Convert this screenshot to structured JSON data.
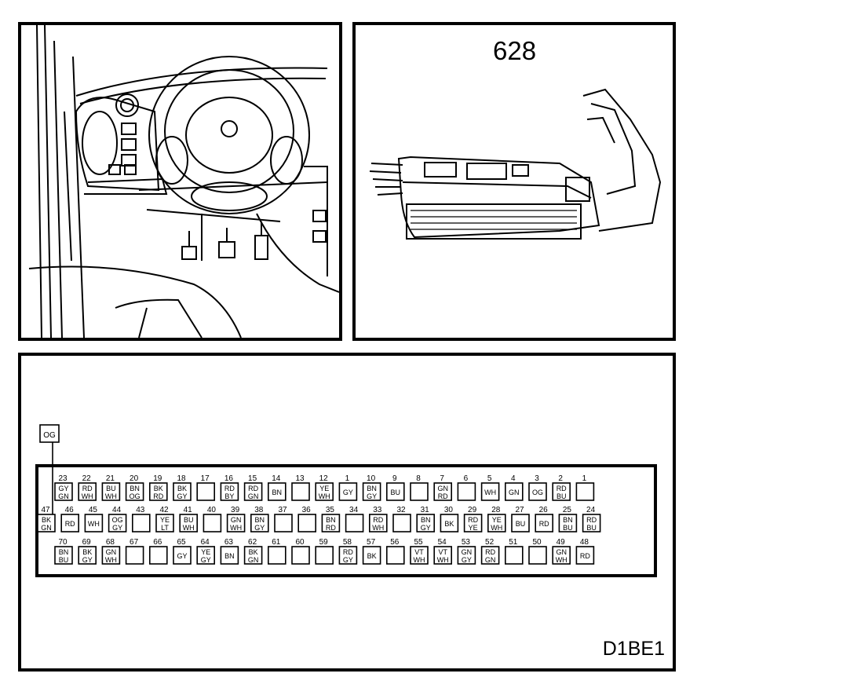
{
  "component_number": "628",
  "figure_id": "D1BE1",
  "ground_wire": {
    "code": "OG"
  },
  "pins": [
    {
      "n": "23",
      "c": [
        "GY",
        "GN"
      ]
    },
    {
      "n": "22",
      "c": [
        "RD",
        "WH"
      ]
    },
    {
      "n": "21",
      "c": [
        "BU",
        "WH"
      ]
    },
    {
      "n": "20",
      "c": [
        "BN",
        "OG"
      ]
    },
    {
      "n": "19",
      "c": [
        "BK",
        "RD"
      ]
    },
    {
      "n": "18",
      "c": [
        "BK",
        "GY"
      ]
    },
    {
      "n": "17",
      "c": []
    },
    {
      "n": "16",
      "c": [
        "RD",
        "BY"
      ]
    },
    {
      "n": "15",
      "c": [
        "RD",
        "GN"
      ]
    },
    {
      "n": "14",
      "c": [
        "BN"
      ]
    },
    {
      "n": "13",
      "c": []
    },
    {
      "n": "12",
      "c": [
        "YE",
        "WH"
      ]
    },
    {
      "n": "1",
      "c": [
        "GY"
      ]
    },
    {
      "n": "10",
      "c": [
        "BN",
        "GY"
      ]
    },
    {
      "n": "9",
      "c": [
        "BU"
      ]
    },
    {
      "n": "8",
      "c": []
    },
    {
      "n": "7",
      "c": [
        "GN",
        "RD"
      ]
    },
    {
      "n": "6",
      "c": []
    },
    {
      "n": "5",
      "c": [
        "WH"
      ]
    },
    {
      "n": "4",
      "c": [
        "GN"
      ]
    },
    {
      "n": "3",
      "c": [
        "OG"
      ]
    },
    {
      "n": "2",
      "c": [
        "RD",
        "BU"
      ]
    },
    {
      "n": "1",
      "c": []
    },
    {
      "n": "47",
      "c": [
        "BK",
        "GN"
      ]
    },
    {
      "n": "46",
      "c": [
        "RD"
      ]
    },
    {
      "n": "45",
      "c": [
        "WH"
      ]
    },
    {
      "n": "44",
      "c": [
        "OG",
        "GY"
      ]
    },
    {
      "n": "43",
      "c": []
    },
    {
      "n": "42",
      "c": [
        "YE",
        "LT"
      ]
    },
    {
      "n": "41",
      "c": [
        "BU",
        "WH"
      ]
    },
    {
      "n": "40",
      "c": []
    },
    {
      "n": "39",
      "c": [
        "GN",
        "WH"
      ]
    },
    {
      "n": "38",
      "c": [
        "BN",
        "GY"
      ]
    },
    {
      "n": "37",
      "c": []
    },
    {
      "n": "36",
      "c": []
    },
    {
      "n": "35",
      "c": [
        "BN",
        "RD"
      ]
    },
    {
      "n": "34",
      "c": []
    },
    {
      "n": "33",
      "c": [
        "RD",
        "WH"
      ]
    },
    {
      "n": "32",
      "c": []
    },
    {
      "n": "31",
      "c": [
        "BN",
        "GY"
      ]
    },
    {
      "n": "30",
      "c": [
        "BK"
      ]
    },
    {
      "n": "29",
      "c": [
        "RD",
        "YE"
      ]
    },
    {
      "n": "28",
      "c": [
        "YE",
        "WH"
      ]
    },
    {
      "n": "27",
      "c": [
        "BU"
      ]
    },
    {
      "n": "26",
      "c": [
        "RD"
      ]
    },
    {
      "n": "25",
      "c": [
        "BN",
        "BU"
      ]
    },
    {
      "n": "24",
      "c": [
        "RD",
        "BU"
      ]
    },
    {
      "n": "70",
      "c": [
        "BN",
        "BU"
      ]
    },
    {
      "n": "69",
      "c": [
        "BK",
        "GY"
      ]
    },
    {
      "n": "68",
      "c": [
        "GN",
        "WH"
      ]
    },
    {
      "n": "67",
      "c": []
    },
    {
      "n": "66",
      "c": []
    },
    {
      "n": "65",
      "c": [
        "GY"
      ]
    },
    {
      "n": "64",
      "c": [
        "YE",
        "GY"
      ]
    },
    {
      "n": "63",
      "c": [
        "BN"
      ]
    },
    {
      "n": "62",
      "c": [
        "BK",
        "GN"
      ]
    },
    {
      "n": "61",
      "c": []
    },
    {
      "n": "60",
      "c": []
    },
    {
      "n": "59",
      "c": []
    },
    {
      "n": "58",
      "c": [
        "RD",
        "GY"
      ]
    },
    {
      "n": "57",
      "c": [
        "BK"
      ]
    },
    {
      "n": "56",
      "c": []
    },
    {
      "n": "55",
      "c": [
        "VT",
        "WH"
      ]
    },
    {
      "n": "54",
      "c": [
        "VT",
        "WH"
      ]
    },
    {
      "n": "53",
      "c": [
        "GN",
        "GY"
      ]
    },
    {
      "n": "52",
      "c": [
        "RD",
        "GN"
      ]
    },
    {
      "n": "51",
      "c": []
    },
    {
      "n": "50",
      "c": []
    },
    {
      "n": "49",
      "c": [
        "GN",
        "WH"
      ]
    },
    {
      "n": "48",
      "c": [
        "RD"
      ]
    }
  ]
}
